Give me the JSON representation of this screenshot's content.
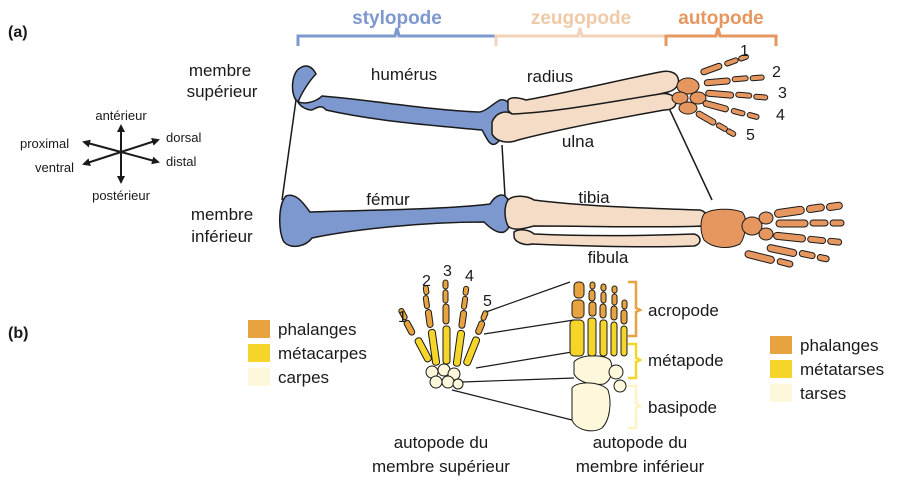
{
  "panels": {
    "a": "(a)",
    "b": "(b)"
  },
  "regions": {
    "stylopode": "stylopode",
    "zeugopode": "zeugopode",
    "autopode": "autopode",
    "stylo_color": "#7d98cf",
    "zeugo_color": "#f0d3b8",
    "auto_color": "#e6965f"
  },
  "limbs": {
    "upper_line1": "membre",
    "upper_line2": "supérieur",
    "lower_line1": "membre",
    "lower_line2": "inférieur"
  },
  "bones": {
    "humerus": "humérus",
    "radius": "radius",
    "ulna": "ulna",
    "femur": "fémur",
    "tibia": "tibia",
    "fibula": "fibula"
  },
  "digits_a": [
    "1",
    "2",
    "3",
    "4",
    "5"
  ],
  "digits_b": [
    "1",
    "2",
    "3",
    "4",
    "5"
  ],
  "axes": {
    "anterieur": "antérieur",
    "posterieur": "postérieur",
    "proximal": "proximal",
    "distal": "distal",
    "dorsal": "dorsal",
    "ventral": "ventral"
  },
  "legend_left": [
    {
      "label": "phalanges",
      "color": "#e6a340"
    },
    {
      "label": "métacarpes",
      "color": "#f5d52a"
    },
    {
      "label": "carpes",
      "color": "#fdf8db"
    }
  ],
  "legend_right": [
    {
      "label": "phalanges",
      "color": "#e6a340"
    },
    {
      "label": "métatarses",
      "color": "#f5d52a"
    },
    {
      "label": "tarses",
      "color": "#fdf8db"
    }
  ],
  "foot_regions": {
    "acropode": "acropode",
    "metapode": "métapode",
    "basipode": "basipode"
  },
  "captions": {
    "hand_line1": "autopode du",
    "hand_line2": "membre supérieur",
    "foot_line1": "autopode du",
    "foot_line2": "membre inférieur"
  }
}
